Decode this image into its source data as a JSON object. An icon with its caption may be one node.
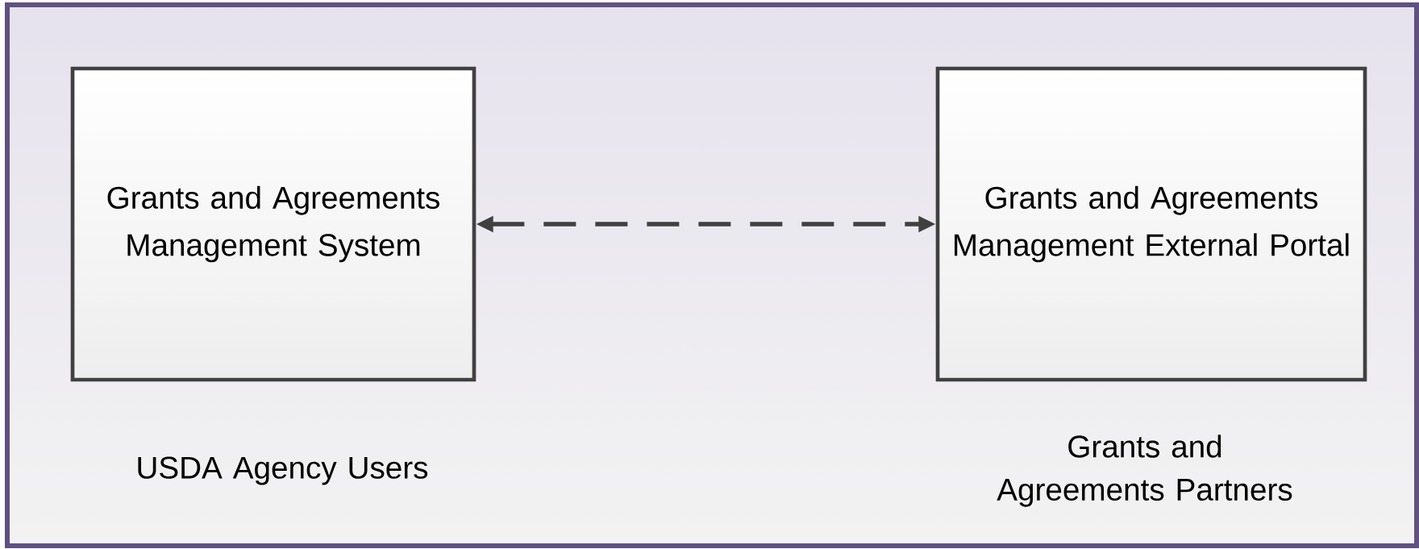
{
  "diagram": {
    "nodes": [
      {
        "text": [
          "Grants and Agreements Management System"
        ],
        "beside": [
          "USDA Agency Users"
        ]
      },
      {
        "text": [
          "Grants and Agreements Management External Portal"
        ],
        "beside": [
          "Grants and Agreements Partners"
        ]
      }
    ],
    "edges": [
      {
        "from": 0,
        "to": 1,
        "arrow": "both",
        "style": "dashed"
      }
    ]
  }
}
